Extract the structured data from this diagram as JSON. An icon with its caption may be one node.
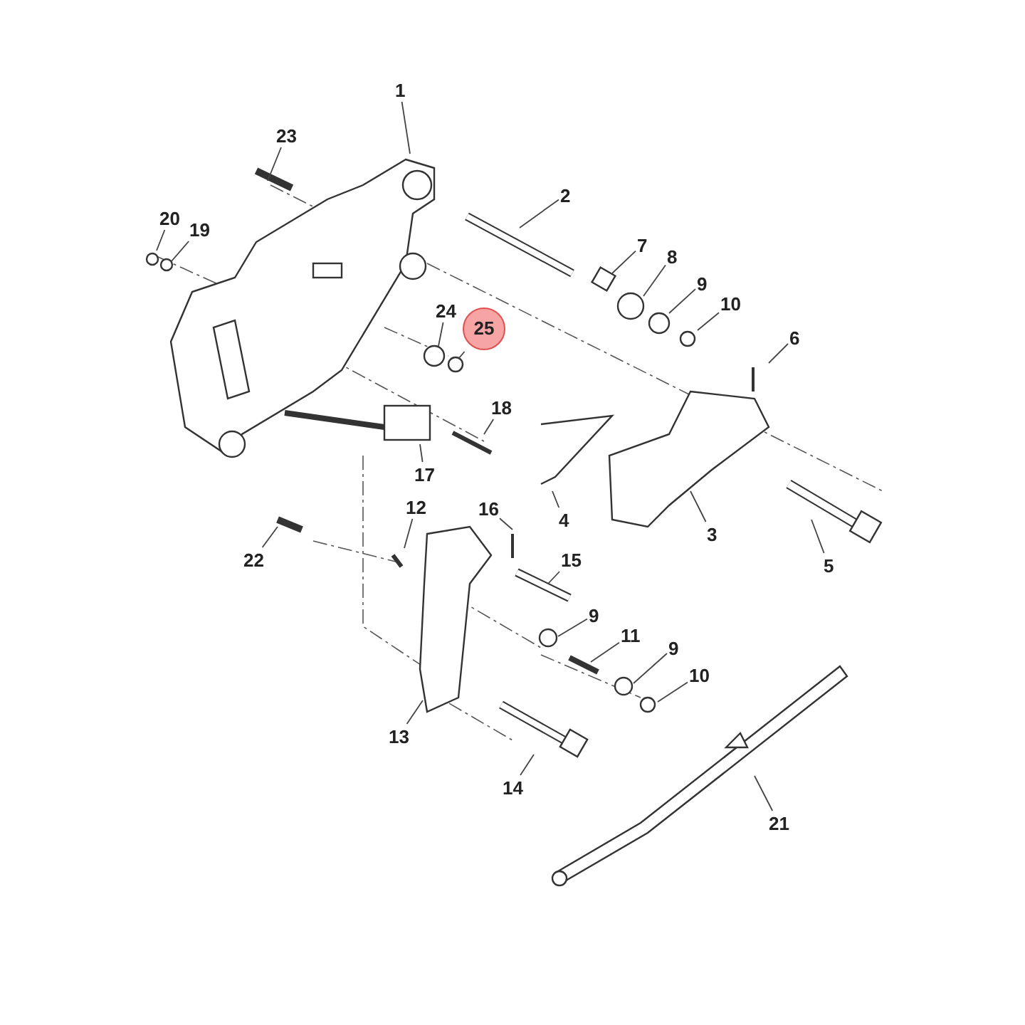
{
  "diagram": {
    "nodes": [
      {
        "text": [
          "1"
        ]
      },
      {
        "text": [
          "23"
        ]
      },
      {
        "text": [
          "2"
        ]
      },
      {
        "text": [
          "20"
        ]
      },
      {
        "text": [
          "19"
        ]
      },
      {
        "text": [
          "7"
        ]
      },
      {
        "text": [
          "8"
        ]
      },
      {
        "text": [
          "9"
        ]
      },
      {
        "text": [
          "10"
        ]
      },
      {
        "text": [
          "24"
        ]
      },
      {
        "text": [
          "25"
        ]
      },
      {
        "text": [
          "6"
        ]
      },
      {
        "text": [
          "18"
        ]
      },
      {
        "text": [
          "17"
        ]
      },
      {
        "text": [
          "4"
        ]
      },
      {
        "text": [
          "16"
        ]
      },
      {
        "text": [
          "3"
        ]
      },
      {
        "text": [
          "12"
        ]
      },
      {
        "text": [
          "22"
        ]
      },
      {
        "text": [
          "5"
        ]
      },
      {
        "text": [
          "15"
        ]
      },
      {
        "text": [
          "9"
        ]
      },
      {
        "text": [
          "11"
        ]
      },
      {
        "text": [
          "9"
        ]
      },
      {
        "text": [
          "10"
        ]
      },
      {
        "text": [
          "13"
        ]
      },
      {
        "text": [
          "14"
        ]
      },
      {
        "text": [
          "21"
        ]
      }
    ],
    "edges": [
      {
        "from": 0,
        "to": null,
        "arrow": "none"
      },
      {
        "from": 1,
        "to": null,
        "arrow": "none"
      },
      {
        "from": 2,
        "to": null,
        "arrow": "none"
      },
      {
        "from": 3,
        "to": null,
        "arrow": "none"
      },
      {
        "from": 4,
        "to": null,
        "arrow": "none"
      },
      {
        "from": 5,
        "to": null,
        "arrow": "none"
      },
      {
        "from": 6,
        "to": null,
        "arrow": "none"
      },
      {
        "from": 7,
        "to": null,
        "arrow": "none"
      },
      {
        "from": 8,
        "to": null,
        "arrow": "none"
      },
      {
        "from": 9,
        "to": null,
        "arrow": "none"
      },
      {
        "from": 10,
        "to": null,
        "arrow": "none"
      },
      {
        "from": 11,
        "to": null,
        "arrow": "none"
      },
      {
        "from": 12,
        "to": null,
        "arrow": "none"
      },
      {
        "from": 13,
        "to": null,
        "arrow": "none"
      },
      {
        "from": 14,
        "to": null,
        "arrow": "none"
      },
      {
        "from": 15,
        "to": null,
        "arrow": "none"
      },
      {
        "from": 16,
        "to": null,
        "arrow": "none"
      },
      {
        "from": 17,
        "to": null,
        "arrow": "none"
      },
      {
        "from": 18,
        "to": null,
        "arrow": "none"
      },
      {
        "from": 19,
        "to": null,
        "arrow": "none"
      },
      {
        "from": 20,
        "to": null,
        "arrow": "none"
      },
      {
        "from": 21,
        "to": null,
        "arrow": "none"
      },
      {
        "from": 22,
        "to": null,
        "arrow": "none"
      },
      {
        "from": 23,
        "to": null,
        "arrow": "none"
      },
      {
        "from": 24,
        "to": null,
        "arrow": "none"
      },
      {
        "from": 25,
        "to": null,
        "arrow": "none"
      },
      {
        "from": 26,
        "to": null,
        "arrow": "none"
      },
      {
        "from": 27,
        "to": null,
        "arrow": "none"
      }
    ]
  }
}
